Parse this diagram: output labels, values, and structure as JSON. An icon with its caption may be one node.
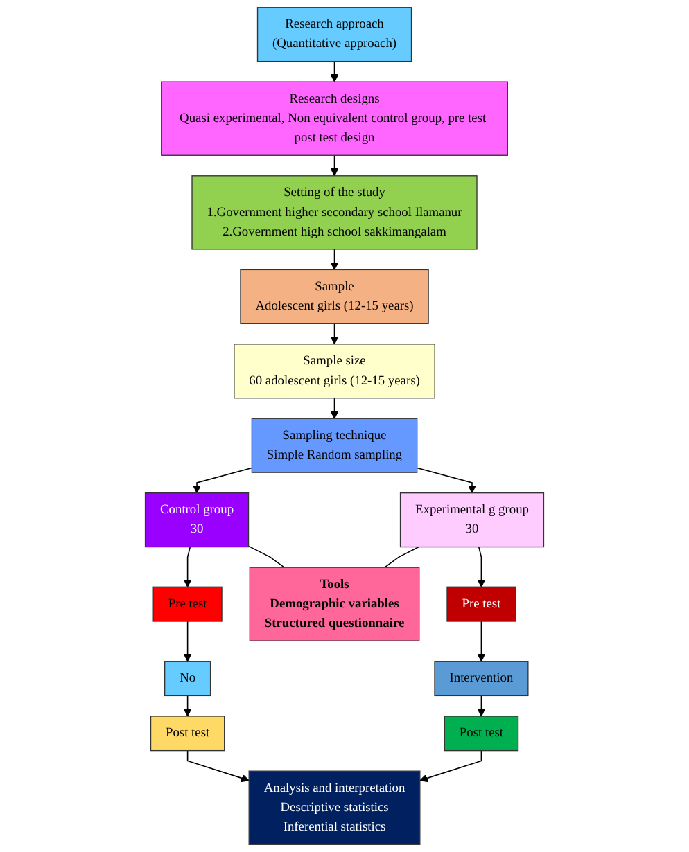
{
  "diagram": {
    "nodes": [
      {
        "text": [
          "Research approach",
          "(Quantitative approach)"
        ]
      },
      {
        "text": [
          "Research designs",
          "Quasi experimental, Non equivalent control group, pre test post test design"
        ]
      },
      {
        "text": [
          "Setting of the study",
          "1.Government higher secondary school Ilamanur",
          "2.Government high school sakkimangalam"
        ]
      },
      {
        "text": [
          "Sample",
          "Adolescent girls (12-15 years)"
        ]
      },
      {
        "text": [
          "Sample size",
          "60 adolescent girls (12-15 years)"
        ]
      },
      {
        "text": [
          "Sampling technique",
          "Simple Random sampling"
        ]
      },
      {
        "text": [
          "Control group",
          "30"
        ]
      },
      {
        "text": [
          "Tools",
          "Demographic variables",
          "Structured questionnaire"
        ]
      },
      {
        "text": [
          "Experimental g group",
          "30"
        ]
      },
      {
        "text": [
          "Pre test"
        ]
      },
      {
        "text": [
          "Pre test"
        ]
      },
      {
        "text": [
          "No"
        ]
      },
      {
        "text": [
          "Intervention"
        ]
      },
      {
        "text": [
          "Post test"
        ]
      },
      {
        "text": [
          "Post test"
        ]
      },
      {
        "text": [
          "Analysis and interpretation",
          "Descriptive statistics",
          "Inferential statistics"
        ]
      }
    ],
    "edges": [
      {
        "from": 0,
        "to": 1,
        "arrow": "to"
      },
      {
        "from": 1,
        "to": 2,
        "arrow": "to"
      },
      {
        "from": 2,
        "to": 3,
        "arrow": "to"
      },
      {
        "from": 3,
        "to": 4,
        "arrow": "to"
      },
      {
        "from": 4,
        "to": 5,
        "arrow": "to"
      },
      {
        "from": 5,
        "to": 6,
        "arrow": "to"
      },
      {
        "from": 5,
        "to": 8,
        "arrow": "to"
      },
      {
        "from": 6,
        "to": 9,
        "arrow": "to"
      },
      {
        "from": 6,
        "to": 7,
        "arrow": "none"
      },
      {
        "from": 8,
        "to": 7,
        "arrow": "none"
      },
      {
        "from": 8,
        "to": 10,
        "arrow": "to"
      },
      {
        "from": 9,
        "to": 11,
        "arrow": "to"
      },
      {
        "from": 10,
        "to": 12,
        "arrow": "to"
      },
      {
        "from": 11,
        "to": 13,
        "arrow": "to"
      },
      {
        "from": 12,
        "to": 14,
        "arrow": "to"
      },
      {
        "from": 13,
        "to": 15,
        "arrow": "to"
      },
      {
        "from": 14,
        "to": 15,
        "arrow": "to"
      }
    ]
  }
}
